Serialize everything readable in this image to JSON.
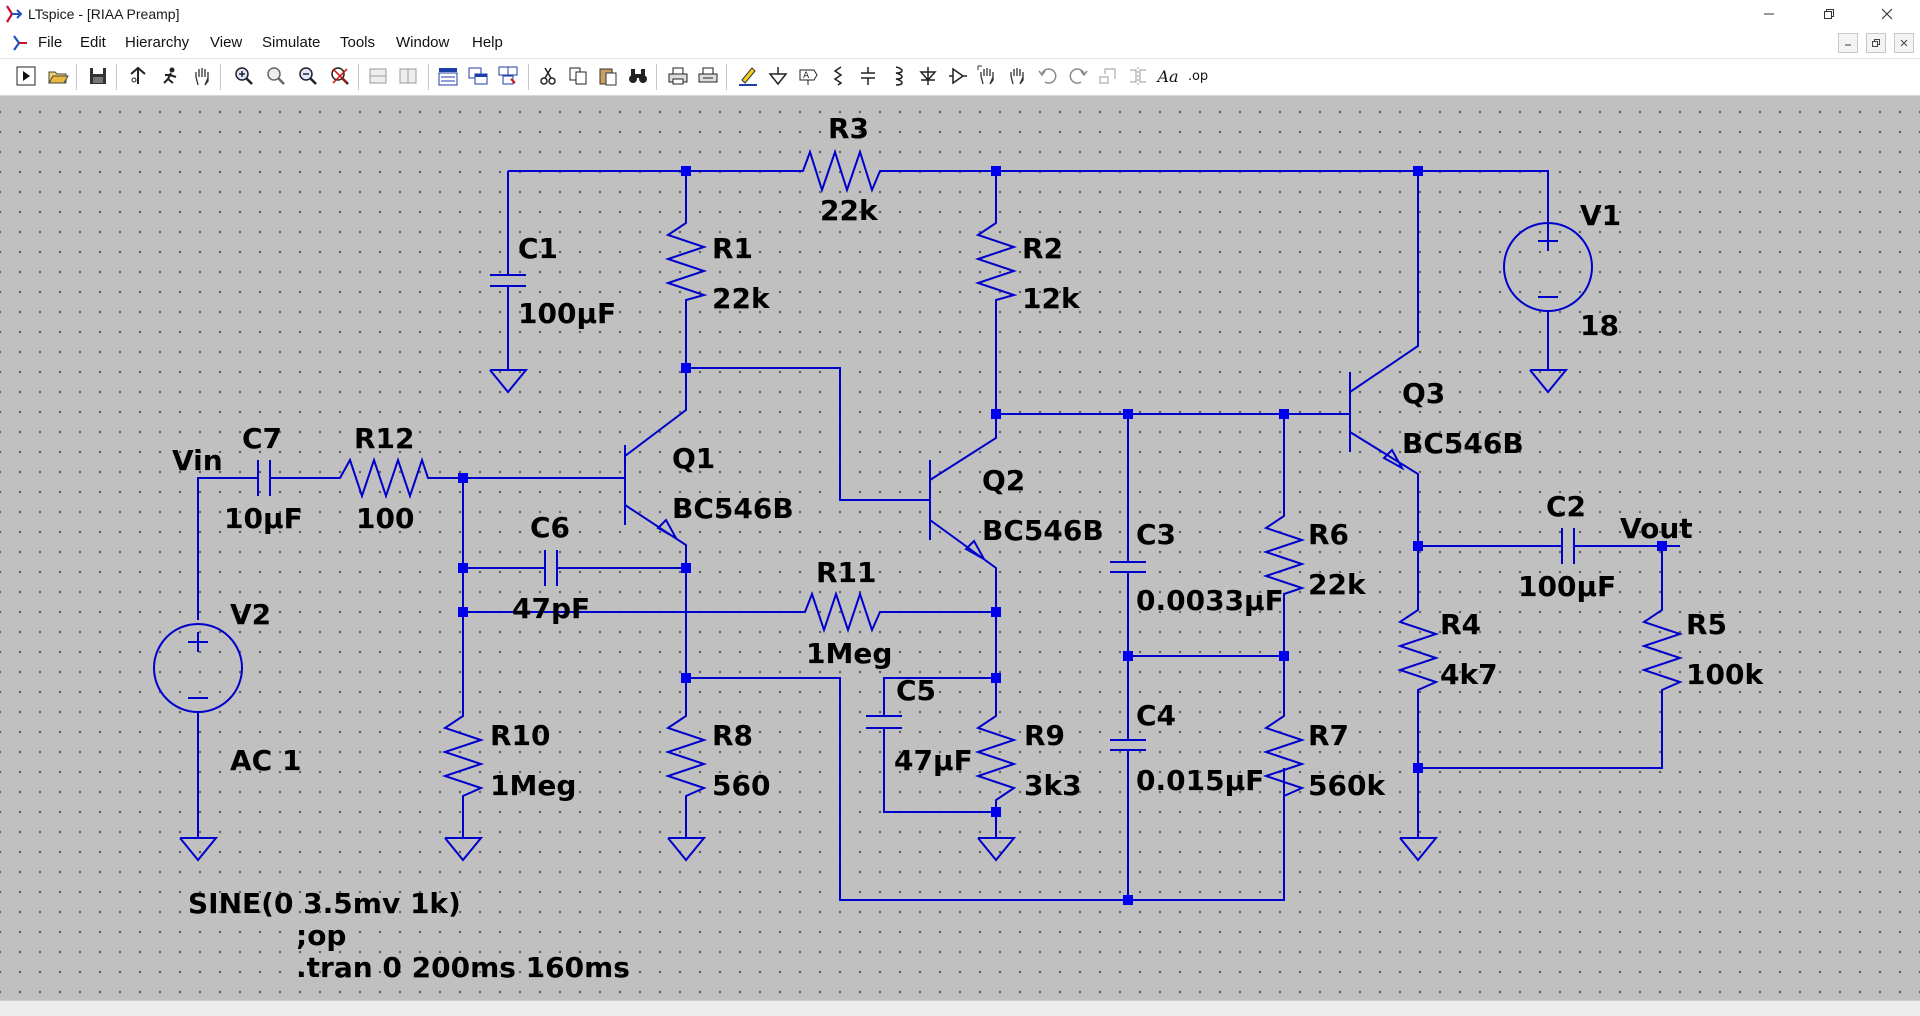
{
  "window": {
    "title": "LTspice - [RIAA Preamp]"
  },
  "menu": {
    "items": [
      "File",
      "Edit",
      "Hierarchy",
      "View",
      "Simulate",
      "Tools",
      "Window",
      "Help"
    ]
  },
  "toolbar": {
    "icons": [
      "run-icon",
      "open-icon",
      "save-icon",
      "control-panel-icon",
      "halt-icon",
      "pan-hand-icon",
      "zoom-in-icon",
      "zoom-area-icon",
      "zoom-out-icon",
      "zoom-fit-icon",
      "tile-horizontal-icon",
      "tile-vertical-icon",
      "cascade-icon",
      "close-all-icon",
      "cut-icon",
      "copy-icon",
      "paste-icon",
      "find-icon",
      "print-icon",
      "print-setup-icon",
      "wire-pencil-icon",
      "ground-icon",
      "label-net-icon",
      "resistor-icon",
      "capacitor-icon",
      "inductor-icon",
      "diode-icon",
      "component-icon",
      "move-icon",
      "drag-icon",
      "undo-icon",
      "redo-icon",
      "rotate-icon",
      "mirror-icon",
      "text-icon",
      "spice-directive-icon"
    ],
    "text_label": "Aa",
    "op_label": ".op"
  },
  "schematic": {
    "components": {
      "r3": {
        "name": "R3",
        "value": "22k"
      },
      "c1": {
        "name": "C1",
        "value": "100µF"
      },
      "r1": {
        "name": "R1",
        "value": "22k"
      },
      "r2": {
        "name": "R2",
        "value": "12k"
      },
      "v1": {
        "name": "V1",
        "value": "18"
      },
      "q1": {
        "name": "Q1",
        "value": "BC546B"
      },
      "q2": {
        "name": "Q2",
        "value": "BC546B"
      },
      "q3": {
        "name": "Q3",
        "value": "BC546B"
      },
      "c7": {
        "name": "C7",
        "value": "10µF"
      },
      "r12": {
        "name": "R12",
        "value": "100"
      },
      "c6": {
        "name": "C6",
        "value": "47pF"
      },
      "r11": {
        "name": "R11",
        "value": "1Meg"
      },
      "c3": {
        "name": "C3",
        "value": "0.0033µF"
      },
      "r6": {
        "name": "R6",
        "value": "22k"
      },
      "c2": {
        "name": "C2",
        "value": "100µF"
      },
      "v2": {
        "name": "V2",
        "value": "AC 1"
      },
      "r10": {
        "name": "R10",
        "value": "1Meg"
      },
      "r8": {
        "name": "R8",
        "value": "560"
      },
      "c5": {
        "name": "C5",
        "value": "47µF"
      },
      "r9": {
        "name": "R9",
        "value": "3k3"
      },
      "c4": {
        "name": "C4",
        "value": "0.015µF"
      },
      "r7": {
        "name": "R7",
        "value": "560k"
      },
      "r4": {
        "name": "R4",
        "value": "4k7"
      },
      "r5": {
        "name": "R5",
        "value": "100k"
      }
    },
    "nets": {
      "vin": "Vin",
      "vout": "Vout"
    },
    "directives": [
      "SINE(0 3.5mv 1k)",
      ";op",
      ".tran 0 200ms 160ms"
    ]
  },
  "colors": {
    "wire": "#0000cc",
    "junction": "#0000ee",
    "canvas": "#c0c0c0",
    "text": "#000000"
  }
}
